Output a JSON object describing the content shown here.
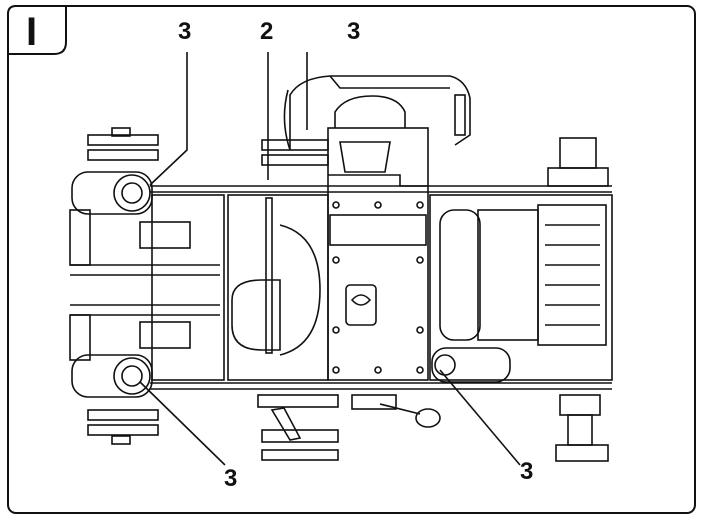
{
  "step_label": "I",
  "callouts": [
    {
      "id": "top-left",
      "text": "3"
    },
    {
      "id": "top-mid",
      "text": "2"
    },
    {
      "id": "top-right",
      "text": "3"
    },
    {
      "id": "bottom-left",
      "text": "3"
    },
    {
      "id": "bottom-right",
      "text": "3"
    }
  ]
}
